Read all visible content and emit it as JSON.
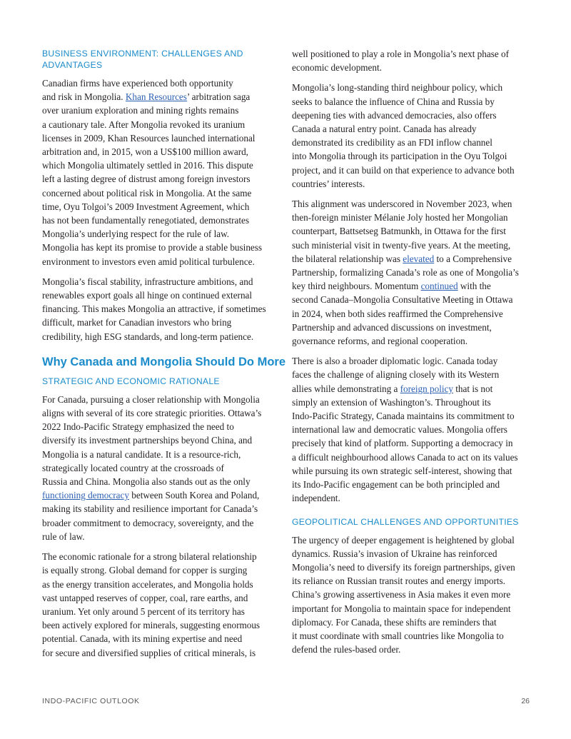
{
  "left_column": [
    {
      "type": "h3",
      "text": "BUSINESS ENVIRONMENT: CHALLENGES AND\nADVANTAGES"
    },
    {
      "type": "p",
      "segments": [
        {
          "t": "Canadian firms have experienced both opportunity\nand risk in Mongolia. "
        },
        {
          "t": "Khan Resources",
          "link": true
        },
        {
          "t": "’ arbitration saga\nover uranium exploration and mining rights remains\na cautionary tale. After Mongolia revoked its uranium\nlicenses in 2009, Khan Resources launched international\narbitration and, in 2015, won a US$100 million award,\nwhich Mongolia ultimately settled in 2016. This dispute\nleft a lasting degree of distrust among foreign investors\nconcerned about political risk in Mongolia. At the same\ntime, Oyu Tolgoi’s 2009 Investment Agreement, which\nhas not been fundamentally renegotiated, demonstrates\nMongolia’s underlying respect for the rule of law.\nMongolia has kept its promise to provide a stable business\nenvironment to investors even amid political turbulence."
        }
      ]
    },
    {
      "type": "p",
      "segments": [
        {
          "t": "Mongolia’s fiscal stability, infrastructure ambitions, and\nrenewables export goals all hinge on continued external\nfinancing. This makes Mongolia an attractive, if sometimes\ndifficult, market for Canadian investors who bring\ncredibility, high ESG standards, and long-term patience."
        }
      ]
    },
    {
      "type": "h2",
      "text": "Why Canada and Mongolia Should Do More"
    },
    {
      "type": "h3",
      "text": "STRATEGIC AND ECONOMIC RATIONALE"
    },
    {
      "type": "p",
      "segments": [
        {
          "t": "For Canada, pursuing a closer relationship with Mongolia\naligns with several of its core strategic priorities. Ottawa’s\n2022 Indo-Pacific Strategy emphasized the need to\ndiversify its investment partnerships beyond China, and\nMongolia is a natural candidate. It is a resource-rich,\nstrategically located country at the crossroads of\nRussia and China. Mongolia also stands out as the only\n"
        },
        {
          "t": "functioning democracy",
          "link": true
        },
        {
          "t": " between South Korea and Poland,\nmaking its stability and resilience important for Canada’s\nbroader commitment to democracy, sovereignty, and the\nrule of law."
        }
      ]
    },
    {
      "type": "p",
      "segments": [
        {
          "t": "The economic rationale for a strong bilateral relationship\nis equally strong. Global demand for copper is surging\nas the energy transition accelerates, and Mongolia holds\nvast untapped reserves of copper, coal, rare earths, and\nuranium. Yet only around 5 percent of its territory has\nbeen actively explored for minerals, suggesting enormous\npotential. Canada, with its mining expertise and need\nfor secure and diversified supplies of critical minerals, is"
        }
      ]
    }
  ],
  "right_column": [
    {
      "type": "p",
      "segments": [
        {
          "t": "well positioned to play a role in Mongolia’s next phase of\neconomic development."
        }
      ]
    },
    {
      "type": "p",
      "segments": [
        {
          "t": "Mongolia’s long-standing third neighbour policy, which\nseeks to balance the influence of China and Russia by\ndeepening ties with advanced democracies, also offers\nCanada a natural entry point. Canada has already\ndemonstrated its credibility as an FDI inflow channel\ninto Mongolia through its participation in the Oyu Tolgoi\nproject, and it can build on that experience to advance both\ncountries’ interests."
        }
      ]
    },
    {
      "type": "p",
      "segments": [
        {
          "t": "This alignment was underscored in November 2023, when\nthen-foreign minister Mélanie Joly hosted her Mongolian\ncounterpart, Battsetseg Batmunkh, in Ottawa for the first\nsuch ministerial visit in twenty-five years. At the meeting,\nthe bilateral relationship was "
        },
        {
          "t": "elevated",
          "link": true
        },
        {
          "t": " to a Comprehensive\nPartnership, formalizing Canada’s role as one of Mongolia’s\nkey third neighbours. Momentum "
        },
        {
          "t": "continued",
          "link": true
        },
        {
          "t": " with the\nsecond Canada–Mongolia Consultative Meeting in Ottawa\nin 2024, when both sides reaffirmed the Comprehensive\nPartnership and advanced discussions on investment,\ngovernance reforms, and regional cooperation."
        }
      ]
    },
    {
      "type": "p",
      "segments": [
        {
          "t": "There is also a broader diplomatic logic. Canada today\nfaces the challenge of aligning closely with its Western\nallies while demonstrating a "
        },
        {
          "t": "foreign policy",
          "link": true
        },
        {
          "t": " that is not\nsimply an extension of Washington’s. Throughout its\nIndo-Pacific Strategy, Canada maintains its commitment to\ninternational law and democratic values. Mongolia offers\nprecisely that kind of platform. Supporting a democracy in\na difficult neighbourhood allows Canada to act on its values\nwhile pursuing its own strategic self-interest, showing that\nits Indo-Pacific engagement can be both principled and\nindependent."
        }
      ]
    },
    {
      "type": "h3",
      "text": "GEOPOLITICAL CHALLENGES AND OPPORTUNITIES"
    },
    {
      "type": "p",
      "segments": [
        {
          "t": "The urgency of deeper engagement is heightened by global\ndynamics. Russia’s invasion of Ukraine has reinforced\nMongolia’s need to diversify its foreign partnerships, given\nits reliance on Russian transit routes and energy imports.\nChina’s growing assertiveness in Asia makes it even more\nimportant for Mongolia to maintain space for independent\ndiplomacy. For Canada, these shifts are reminders that\nit must coordinate with small countries like Mongolia to\ndefend the rules-based order."
        }
      ]
    }
  ],
  "footer": {
    "publication": "INDO-PACIFIC OUTLOOK",
    "page_number": "26"
  },
  "colors": {
    "accent": "#1b8ccb",
    "link": "#2b5fb3",
    "text": "#231f20"
  }
}
